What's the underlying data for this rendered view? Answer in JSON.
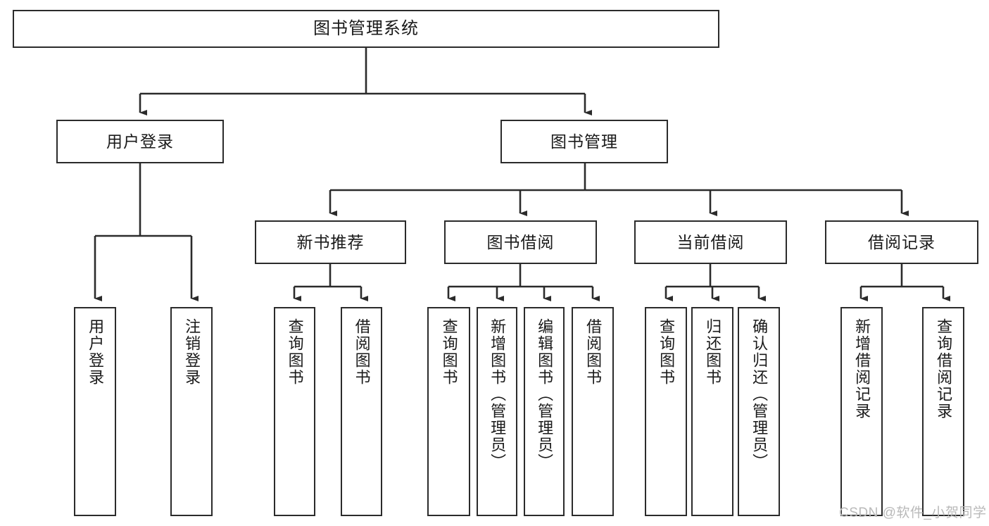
{
  "diagram": {
    "title": "图书管理系统",
    "type": "tree-structure-chart",
    "levels": 4,
    "nodes": {
      "root": {
        "label": "图书管理系统"
      },
      "level2": [
        {
          "id": "user-login",
          "label": "用户登录"
        },
        {
          "id": "book-management",
          "label": "图书管理"
        }
      ],
      "level3": [
        {
          "id": "new-book-recommend",
          "label": "新书推荐"
        },
        {
          "id": "book-borrow",
          "label": "图书借阅"
        },
        {
          "id": "current-borrow",
          "label": "当前借阅"
        },
        {
          "id": "borrow-record",
          "label": "借阅记录"
        }
      ],
      "leaves": {
        "user_login": [
          {
            "id": "leaf-user-login",
            "label": "用户登录"
          },
          {
            "id": "leaf-logout-login",
            "label": "注销登录"
          }
        ],
        "new_book_recommend": [
          {
            "id": "leaf-query-book-1",
            "label": "查询图书"
          },
          {
            "id": "leaf-borrow-book-1",
            "label": "借阅图书"
          }
        ],
        "book_borrow": [
          {
            "id": "leaf-query-book-2",
            "label": "查询图书"
          },
          {
            "id": "leaf-add-book",
            "label": "新增图书（管理员）"
          },
          {
            "id": "leaf-edit-book",
            "label": "编辑图书（管理员）"
          },
          {
            "id": "leaf-borrow-book-2",
            "label": "借阅图书"
          }
        ],
        "current_borrow": [
          {
            "id": "leaf-query-book-3",
            "label": "查询图书"
          },
          {
            "id": "leaf-return-book",
            "label": "归还图书"
          },
          {
            "id": "leaf-confirm-return",
            "label": "确认归还（管理员）"
          }
        ],
        "borrow_record": [
          {
            "id": "leaf-add-record",
            "label": "新增借阅记录"
          },
          {
            "id": "leaf-query-record",
            "label": "查询借阅记录"
          }
        ]
      }
    },
    "colors": {
      "stroke": "#2b2b2b",
      "fill": "#ffffff",
      "text": "#1a1a1a",
      "watermark": "#b9b9b9"
    }
  },
  "watermark": {
    "text": "CSDN @软件_小贺同学"
  }
}
